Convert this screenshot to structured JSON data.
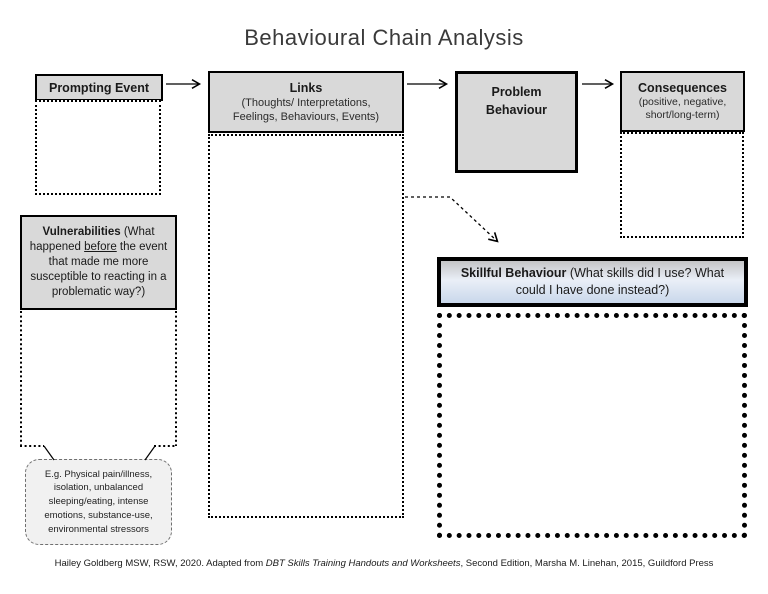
{
  "title": "Behavioural Chain Analysis",
  "flow": {
    "prompting_event": {
      "label": "Prompting Event"
    },
    "links": {
      "label": "Links",
      "subtitle_line1": "(Thoughts/ Interpretations,",
      "subtitle_line2": "Feelings, Behaviours, Events)"
    },
    "problem_behaviour": {
      "label_line1": "Problem",
      "label_line2": "Behaviour"
    },
    "consequences": {
      "label": "Consequences",
      "subtitle_line1": "(positive, negative,",
      "subtitle_line2": "short/long-term)"
    }
  },
  "vulnerabilities": {
    "label": "Vulnerabilities",
    "desc_pre": " (What happened ",
    "desc_underlined": "before",
    "desc_post": " the event that made me more susceptible to reacting in a problematic way?)"
  },
  "skillful_behaviour": {
    "label": "Skillful Behaviour",
    "question": " (What skills did I use? What could I have done instead?)"
  },
  "examples_bubble": {
    "text": "E.g. Physical pain/illness, isolation, unbalanced sleeping/eating, intense emotions, substance-use, environmental stressors"
  },
  "footer": {
    "text_before": "Hailey Goldberg MSW, RSW, 2020. Adapted from ",
    "book_title": "DBT Skills Training Handouts and Worksheets",
    "text_after": ", Second Edition, Marsha M. Linehan, 2015, Guildford Press"
  },
  "colors": {
    "box_fill": "#d9d9d9",
    "border": "#000000",
    "bubble_fill": "#f1f1f1",
    "skillful_top": "#c4c4c6",
    "skillful_bottom": "#c9d8eb"
  }
}
